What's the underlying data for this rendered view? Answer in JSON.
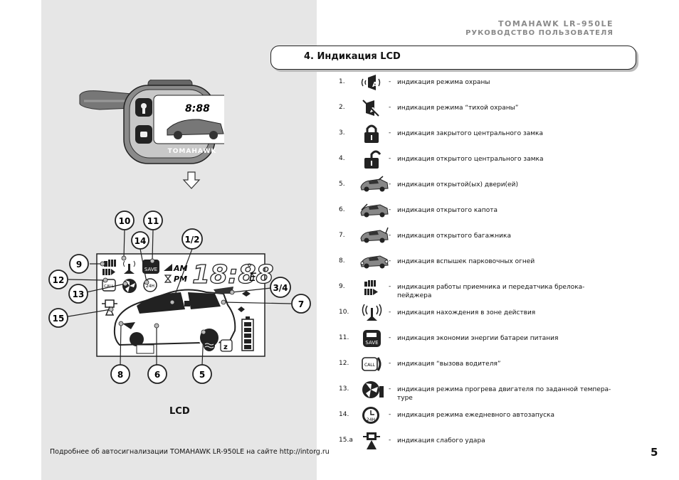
{
  "header": {
    "model": "TOMAHAWK LR–950LE",
    "manual": "РУКОВОДСТВО ПОЛЬЗОВАТЕЛЯ"
  },
  "section_title": "4. Индикация LCD",
  "fob_brand": "TOMAHAWK",
  "fob_display": "8:88",
  "lcd_caption": "LCD",
  "lcd_display": {
    "time": "18:88",
    "degree": "°",
    "e": "E",
    "am": "AM",
    "pm": "PM"
  },
  "callouts": [
    "10",
    "11",
    "14",
    "1/2",
    "9",
    "12",
    "13",
    "3/4",
    "7",
    "15",
    "8",
    "6",
    "5"
  ],
  "items": [
    {
      "num": "1.",
      "icon": "sound-a-icon",
      "dash": "-",
      "desc": "индикация режима охраны"
    },
    {
      "num": "2.",
      "icon": "silent-a-icon",
      "dash": "-",
      "desc": "индикация режима “тихой охраны”"
    },
    {
      "num": "3.",
      "icon": "lock-closed-icon",
      "dash": "-",
      "desc": "индикация  закрытого центрального замка"
    },
    {
      "num": "4.",
      "icon": "lock-open-icon",
      "dash": "-",
      "desc": "индикация открытого центрального замка"
    },
    {
      "num": "5.",
      "icon": "car-door-icon",
      "dash": "-",
      "desc": "индикация открытой(ых) двери(ей)"
    },
    {
      "num": "6.",
      "icon": "car-hood-icon",
      "dash": "-",
      "desc": "индикация открытого капота"
    },
    {
      "num": "7.",
      "icon": "car-trunk-icon",
      "dash": "-",
      "desc": "индикация открытого багажника"
    },
    {
      "num": "8.",
      "icon": "car-lights-icon",
      "dash": "-",
      "desc": "индикация вспышек парковочных огней"
    },
    {
      "num": "9.",
      "icon": "transceiver-icon",
      "dash": "-",
      "desc": "индикация работы приемника и передатчика брелока- пейджера"
    },
    {
      "num": "10.",
      "icon": "antenna-icon",
      "dash": "-",
      "desc": "индикация нахождения в зоне действия"
    },
    {
      "num": "11.",
      "icon": "battery-save-icon",
      "dash": "-",
      "desc": "индикация экономии энергии батареи питания"
    },
    {
      "num": "12.",
      "icon": "call-icon",
      "dash": "-",
      "desc": "индикация “вызова водителя”"
    },
    {
      "num": "13.",
      "icon": "fan-icon",
      "dash": "-",
      "desc": "индикация режима прогрева двигателя по заданной темпера-туре"
    },
    {
      "num": "14.",
      "icon": "clock-24h-icon",
      "dash": "-",
      "desc": "индикация режима ежедневного автозапуска"
    },
    {
      "num": "15.а",
      "icon": "shock-sensor-icon",
      "dash": "-",
      "desc": "индикация слабого удара"
    }
  ],
  "footer": "Подробнее об автосигнализации TOMAHAWK LR-950LE на сайте http://intorg.ru",
  "page_number": "5",
  "icon_labels": {
    "save": "SAVE",
    "call": "CALL",
    "h24": "24H",
    "lock_letter": "A"
  }
}
